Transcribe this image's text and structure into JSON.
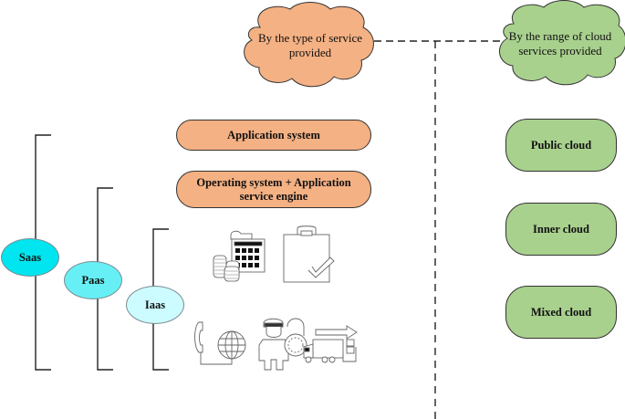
{
  "clouds": {
    "service_type": {
      "label": "By the type of service provided",
      "color": "#f4b183"
    },
    "service_range": {
      "label": "By the range of cloud services provided",
      "color": "#a9d18e"
    }
  },
  "service_layers": [
    {
      "label": "Application system"
    },
    {
      "label": "Operating system + Application service engine"
    }
  ],
  "models": [
    {
      "label": "Saas",
      "color": "#00e5ef"
    },
    {
      "label": "Paas",
      "color": "#66f0f5"
    },
    {
      "label": "Iaas",
      "color": "#ccfcff"
    }
  ],
  "deployment_types": [
    {
      "label": "Public cloud"
    },
    {
      "label": "Inner cloud"
    },
    {
      "label": "Mixed cloud"
    }
  ],
  "icons": [
    "calculator-coins-icon",
    "shopping-bag-check-icon",
    "phone-globe-icon",
    "security-guard-lock-icon",
    "delivery-truck-icon"
  ]
}
